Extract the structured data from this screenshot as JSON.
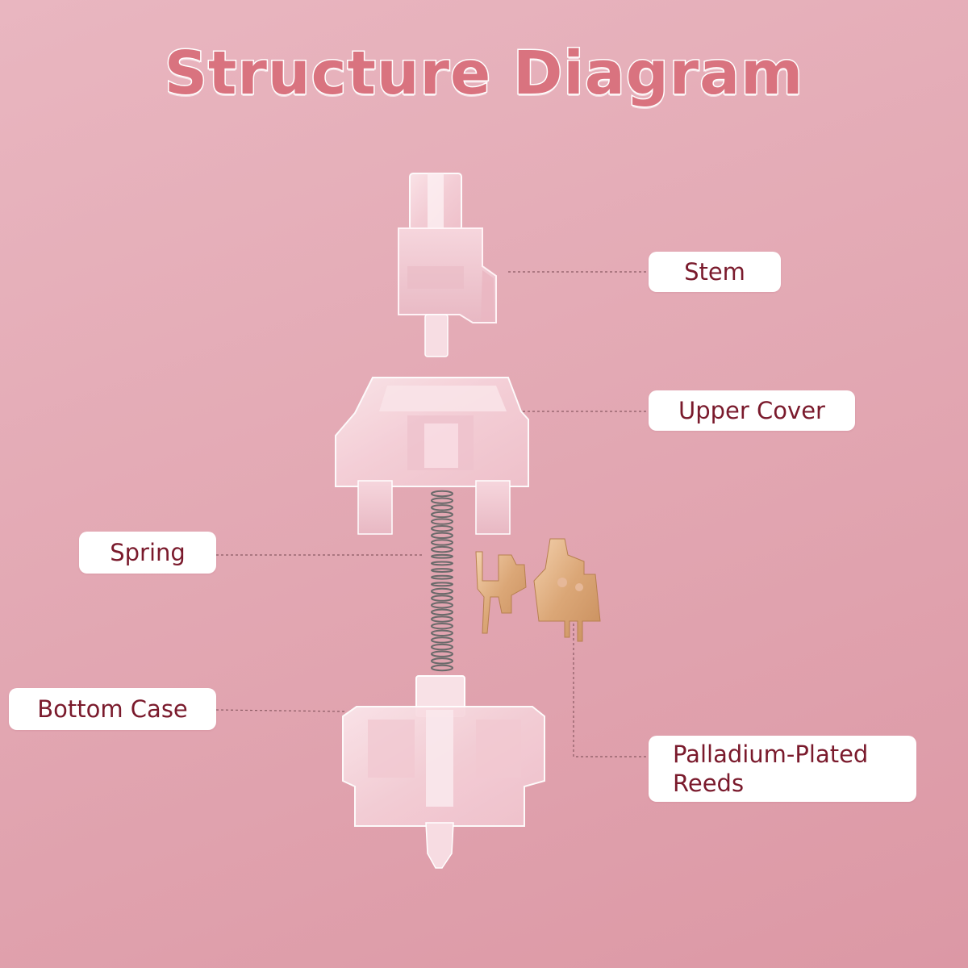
{
  "title": "Structure Diagram",
  "labels": {
    "stem": "Stem",
    "upper_cover": "Upper Cover",
    "spring": "Spring",
    "bottom_case": "Bottom Case",
    "reeds_line1": "Palladium-Plated",
    "reeds_line2": "Reeds"
  },
  "colors": {
    "background": "#e3a9b4",
    "title_fill": "#d9737f",
    "label_text": "#7a1a2c",
    "leader_line": "#8a5a63",
    "reed_metal": "#e2b48a"
  }
}
